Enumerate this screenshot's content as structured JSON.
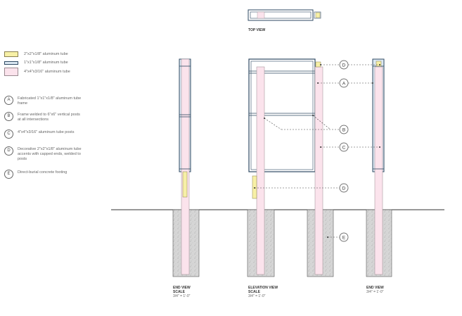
{
  "legend": [
    {
      "label": "2\"x2\"x1/8\" aluminum tube",
      "color": "#f7f0a6"
    },
    {
      "label": "1\"x1\"x1/8\" aluminum tube",
      "color": "#dce8f2"
    },
    {
      "label": "4\"x4\"x3/16\" aluminum tube",
      "color": "#fbe3ec"
    }
  ],
  "notes": [
    {
      "letter": "A",
      "text": "Fabricated 1\"x1\"x1/8\" aluminum tube frame"
    },
    {
      "letter": "B",
      "text": "Frame welded to 6\"x6\" vertical posts at all intersections"
    },
    {
      "letter": "C",
      "text": "4\"x4\"x3/16\" aluminum tube posts"
    },
    {
      "letter": "D",
      "text": "Decorative 2\"x2\"x1/8\" aluminum tube accents with capped ends, welded to posts"
    },
    {
      "letter": "E",
      "text": "Direct-burial concrete footing"
    }
  ],
  "top_view_label": "TOP VIEW",
  "captions": [
    {
      "title": "END VIEW",
      "scale_label": "SCALE",
      "scale": "3/4\" = 1'-0\""
    },
    {
      "title": "ELEVATION VIEW",
      "scale_label": "SCALE",
      "scale": "3/4\" = 1'-0\""
    },
    {
      "title": "END VIEW",
      "scale_label": "",
      "scale": "3/4\" = 1'-0\""
    }
  ],
  "callouts": [
    "D",
    "A",
    "B",
    "C",
    "D",
    "E"
  ],
  "colors": {
    "frame_stroke": "#2f4a63",
    "frame_fill": "#dce8f2",
    "post_fill": "#fbe3ec",
    "post_stroke": "#9a8a90",
    "accent_fill": "#f7f0a6",
    "concrete": "#d4d4d4",
    "ground": "#333333"
  }
}
